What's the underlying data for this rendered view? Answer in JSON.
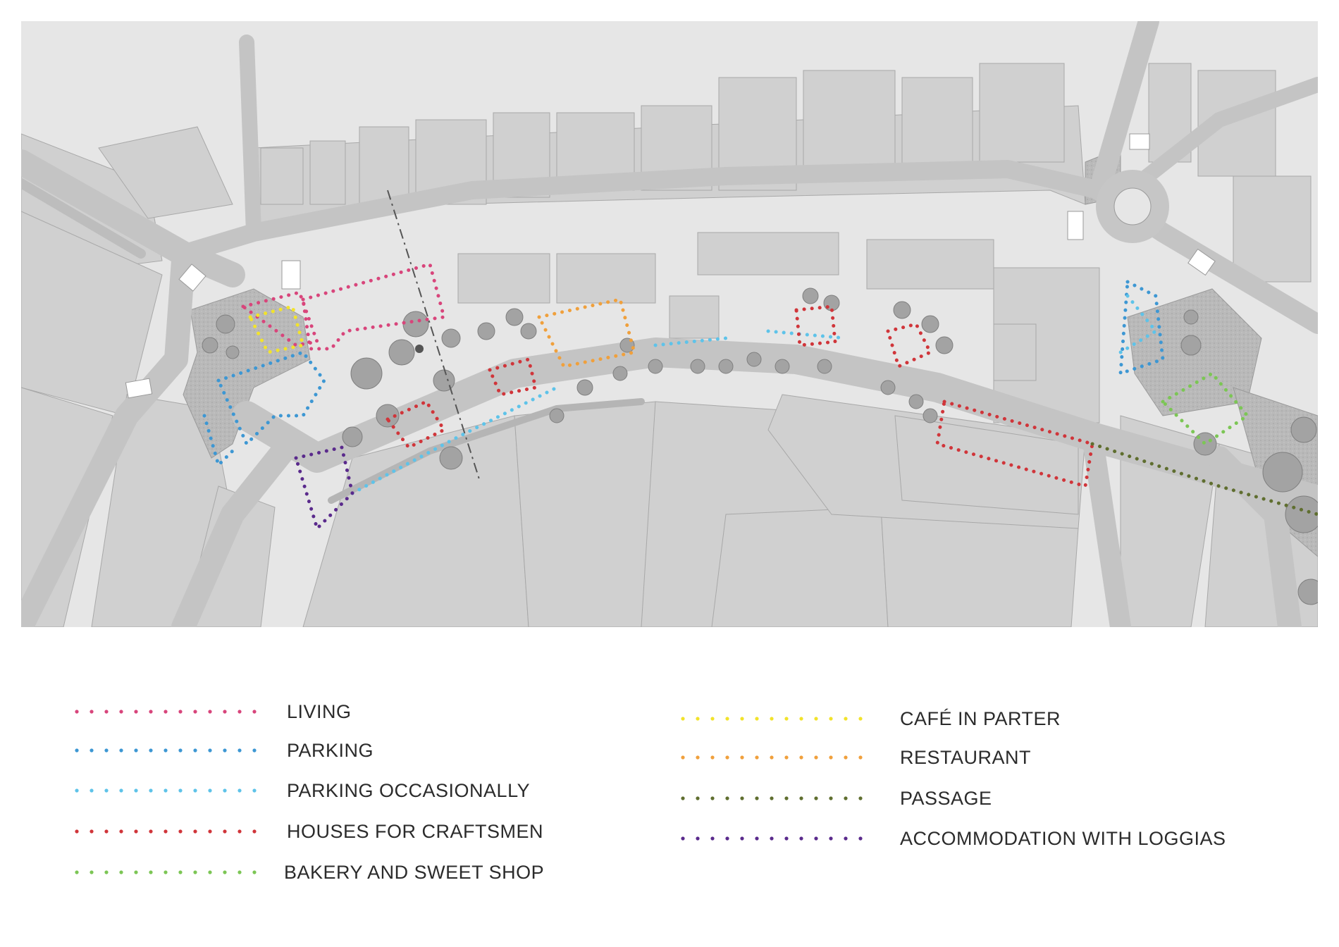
{
  "map": {
    "colors": {
      "background": "#ffffff",
      "ground": "#e2e2e2",
      "building": "#cdcdcd",
      "building_stroke": "#9a9a9a",
      "road": "#c2c2c2",
      "green": "#8e8e8e",
      "tree": "#9f9f9f",
      "axis": "#555555"
    }
  },
  "legend": {
    "left_column": [
      {
        "label": "LIVING",
        "color": "#d8457b"
      },
      {
        "label": "PARKING",
        "color": "#3d97d3"
      },
      {
        "label": "PARKING OCCASIONALLY",
        "color": "#5ec3e9"
      },
      {
        "label": "HOUSES FOR CRAFTSMEN",
        "color": "#d0353a"
      },
      {
        "label": "BAKERY AND SWEET SHOP",
        "color": "#7cc655"
      }
    ],
    "right_column": [
      {
        "label": "CAFÉ IN PARTER",
        "color": "#f2e32b"
      },
      {
        "label": "RESTAURANT",
        "color": "#f0a03c"
      },
      {
        "label": "PASSAGE",
        "color": "#5f6e2f"
      },
      {
        "label": "ACCOMMODATION WITH LOGGIAS",
        "color": "#5a2a8c"
      }
    ]
  }
}
